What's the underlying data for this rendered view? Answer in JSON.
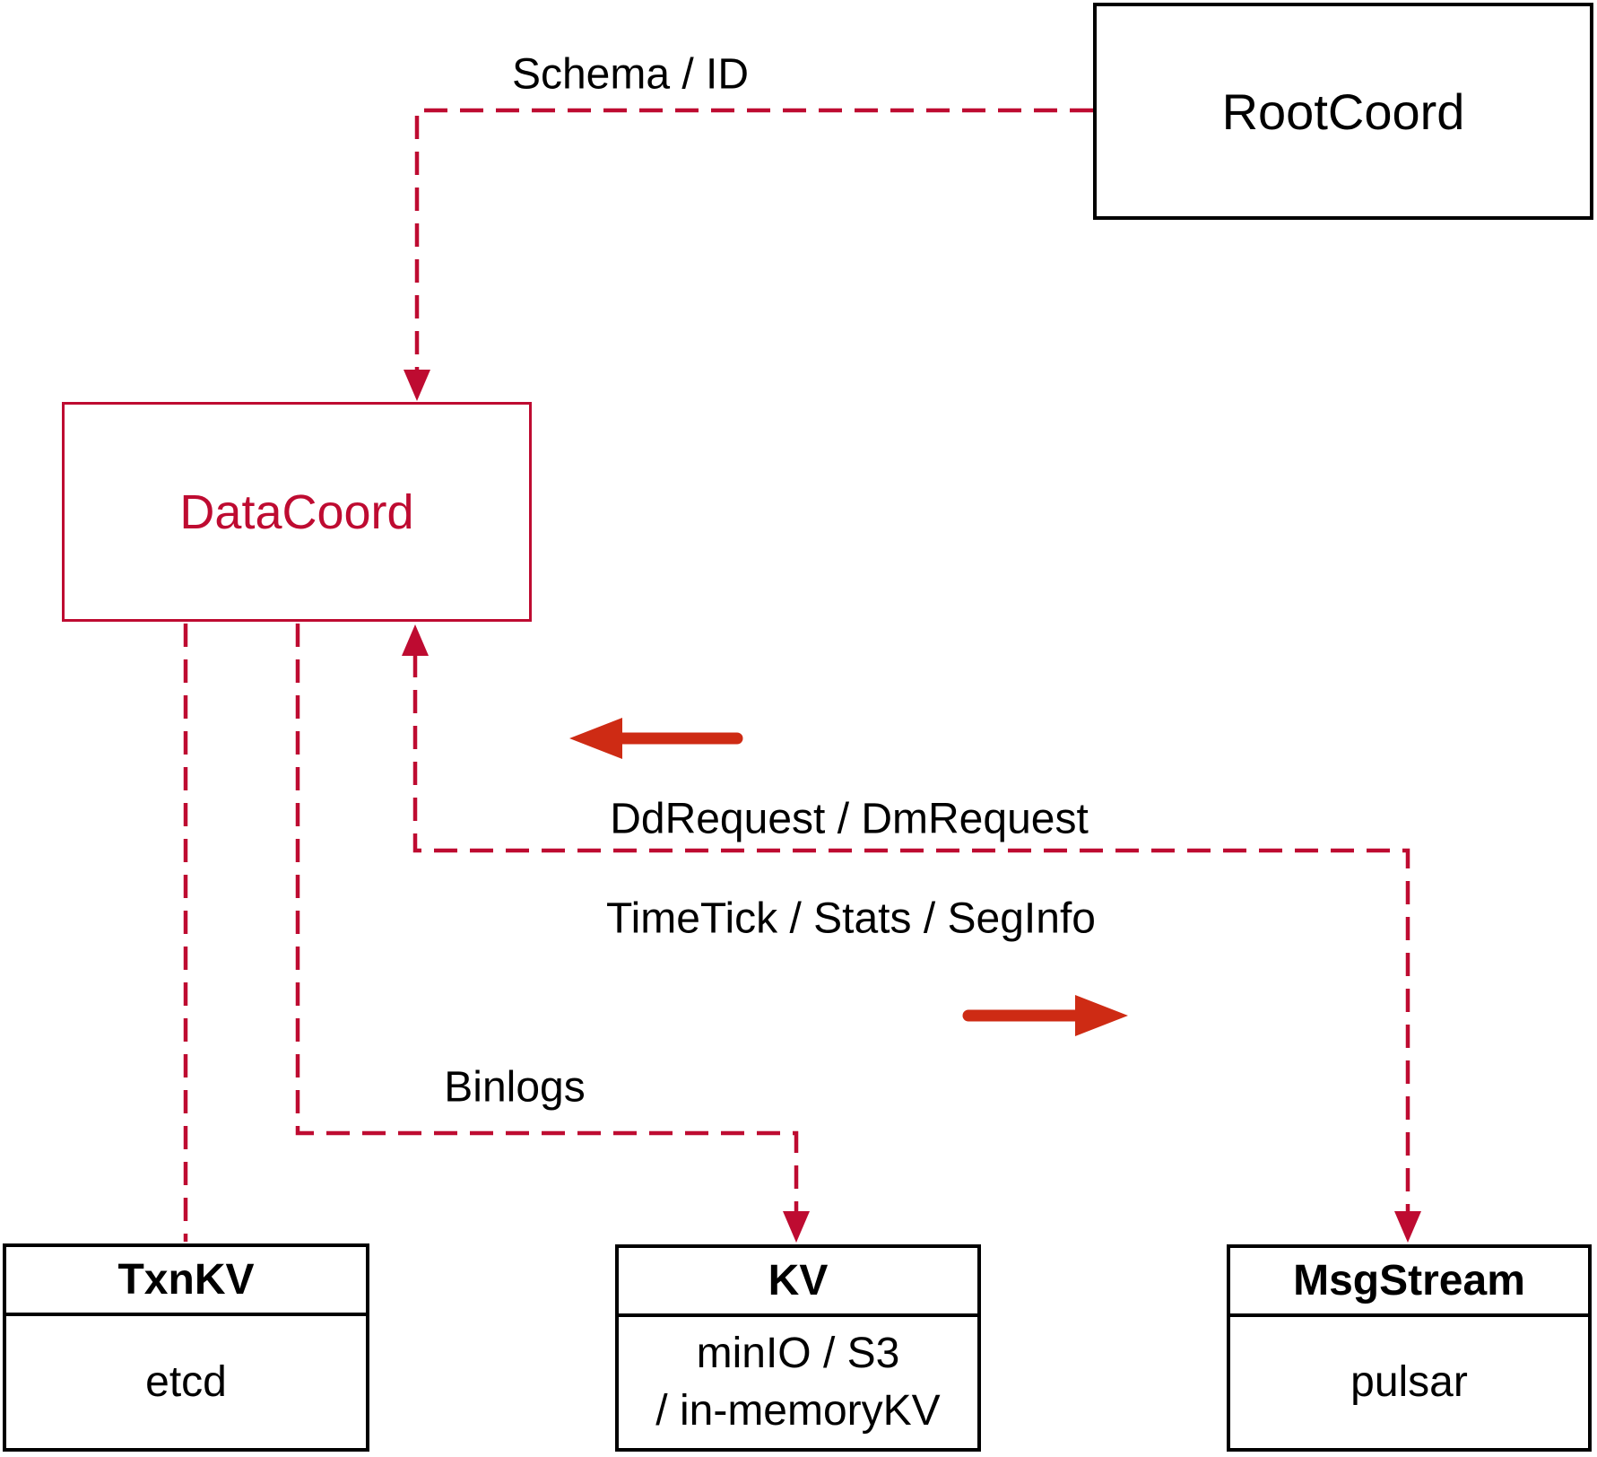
{
  "nodes": {
    "root_coord": {
      "label": "RootCoord"
    },
    "data_coord": {
      "label": "DataCoord"
    },
    "txn_kv": {
      "title": "TxnKV",
      "body": "etcd"
    },
    "kv": {
      "title": "KV",
      "body_line1": "minIO / S3",
      "body_line2": "/ in-memoryKV"
    },
    "msg_stream": {
      "title": "MsgStream",
      "body": "pulsar"
    }
  },
  "edge_labels": {
    "schema_id": "Schema / ID",
    "dd_request": "DdRequest / DmRequest",
    "time_tick": "TimeTick / Stats / SegInfo",
    "binlogs": "Binlogs"
  },
  "colors": {
    "crimson": "#be0b31",
    "arrow_red": "#ce2b14",
    "ink": "#000000"
  }
}
